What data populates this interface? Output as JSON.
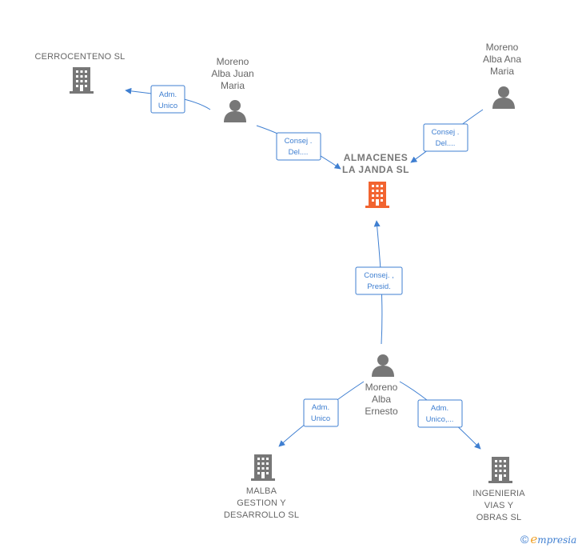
{
  "colors": {
    "edge": "#3f7fd1",
    "node_gray": "#777777",
    "main_company": "#f26430",
    "brand_accent": "#f0a22a"
  },
  "nodes": {
    "cerrocenteno": {
      "label_lines": [
        "CERROCENTENO SL"
      ],
      "type": "company"
    },
    "moreno_juan": {
      "label_lines": [
        "Moreno",
        "Alba Juan",
        "Maria"
      ],
      "type": "person"
    },
    "moreno_ana": {
      "label_lines": [
        "Moreno",
        "Alba Ana",
        "Maria"
      ],
      "type": "person"
    },
    "almacenes": {
      "label_lines": [
        "ALMACENES",
        "LA JANDA  SL"
      ],
      "type": "company-main"
    },
    "moreno_ernesto": {
      "label_lines": [
        "Moreno",
        "Alba",
        "Ernesto"
      ],
      "type": "person"
    },
    "malba": {
      "label_lines": [
        "MALBA",
        "GESTION Y",
        "DESARROLLO SL"
      ],
      "type": "company"
    },
    "ingenieria": {
      "label_lines": [
        "INGENIERIA",
        "VIAS Y",
        "OBRAS SL"
      ],
      "type": "company"
    }
  },
  "edges": {
    "juan_cerro": {
      "label_lines": [
        "Adm.",
        "Unico"
      ]
    },
    "juan_alm": {
      "label_lines": [
        "Consej .",
        "Del...."
      ]
    },
    "ana_alm": {
      "label_lines": [
        "Consej .",
        "Del...."
      ]
    },
    "ernesto_alm": {
      "label_lines": [
        "Consej. ,",
        "Presid."
      ]
    },
    "ernesto_malba": {
      "label_lines": [
        "Adm.",
        "Unico"
      ]
    },
    "ernesto_ing": {
      "label_lines": [
        "Adm.",
        "Unico,..."
      ]
    }
  },
  "brand": {
    "copyright": "©",
    "e": "e",
    "rest": "mpresia"
  }
}
